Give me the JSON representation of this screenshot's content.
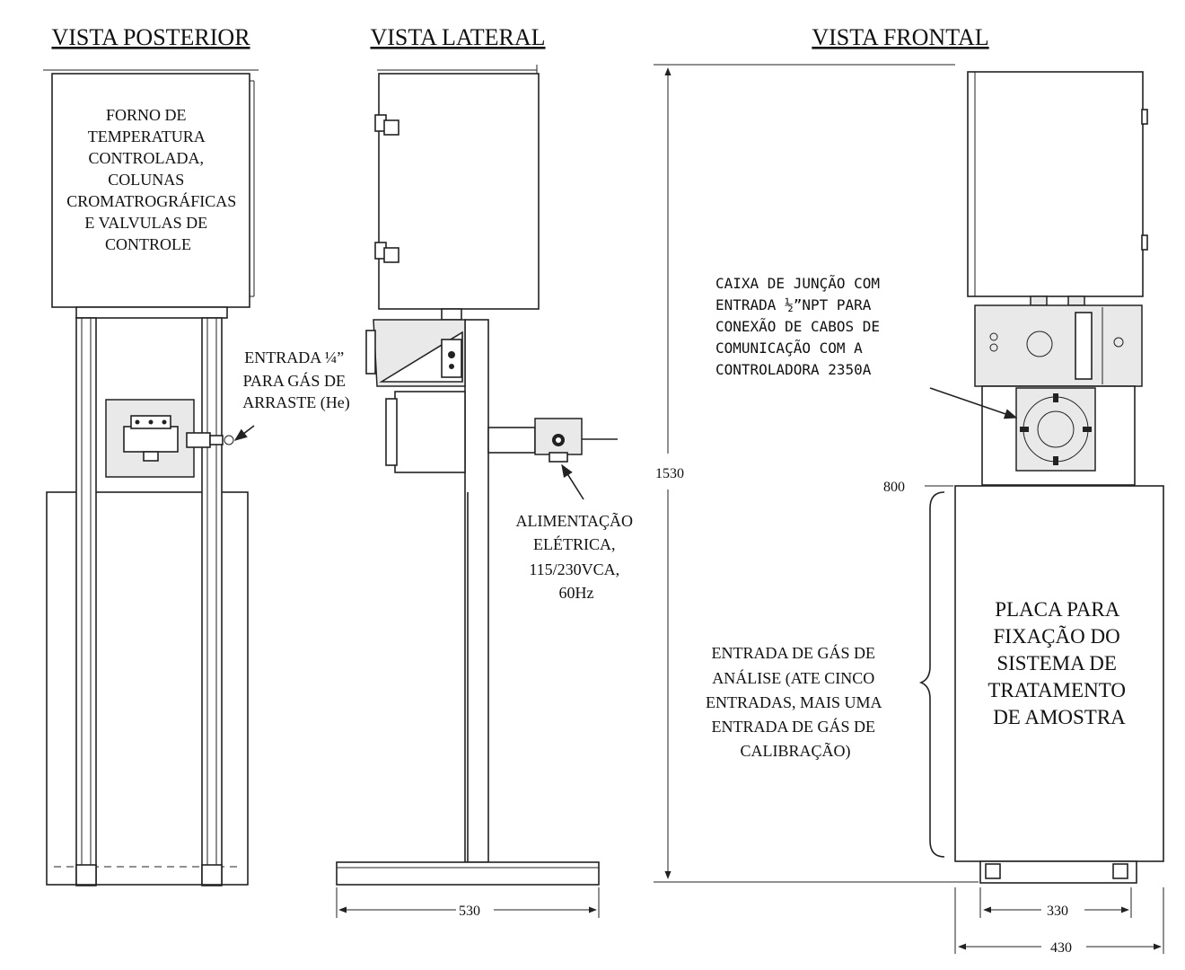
{
  "titles": {
    "rear": "VISTA POSTERIOR",
    "side": "VISTA LATERAL",
    "front": "VISTA FRONTAL"
  },
  "notes": {
    "oven": [
      "FORNO DE",
      "TEMPERATURA",
      "CONTROLADA,",
      "COLUNAS",
      "CROMATROGRÁFICAS",
      "E VALVULAS DE",
      "CONTROLE"
    ],
    "carrier_gas": [
      "ENTRADA ¼”",
      "PARA GÁS DE",
      "ARRASTE (He)"
    ],
    "power": [
      "ALIMENTAÇÃO",
      "ELÉTRICA,",
      "115/230VCA,",
      "60Hz"
    ],
    "junction_box": [
      "CAIXA DE JUNÇÃO COM",
      "ENTRADA ½”NPT PARA",
      "CONEXÃO DE CABOS DE",
      "COMUNICAÇÃO COM A",
      "CONTROLADORA 2350A"
    ],
    "analysis_gas": [
      "ENTRADA DE GÁS DE",
      "ANÁLISE (ATE CINCO",
      "ENTRADAS, MAIS UMA",
      "ENTRADA DE GÁS DE",
      "CALIBRAÇÃO)"
    ],
    "plate": [
      "PLACA PARA",
      "FIXAÇÃO DO",
      "SISTEMA DE",
      "TRATAMENTO",
      "DE AMOSTRA"
    ]
  },
  "dimensions": {
    "height": "1530",
    "plate_height": "800",
    "side_width": "530",
    "front_inner_width": "330",
    "front_width": "430"
  }
}
